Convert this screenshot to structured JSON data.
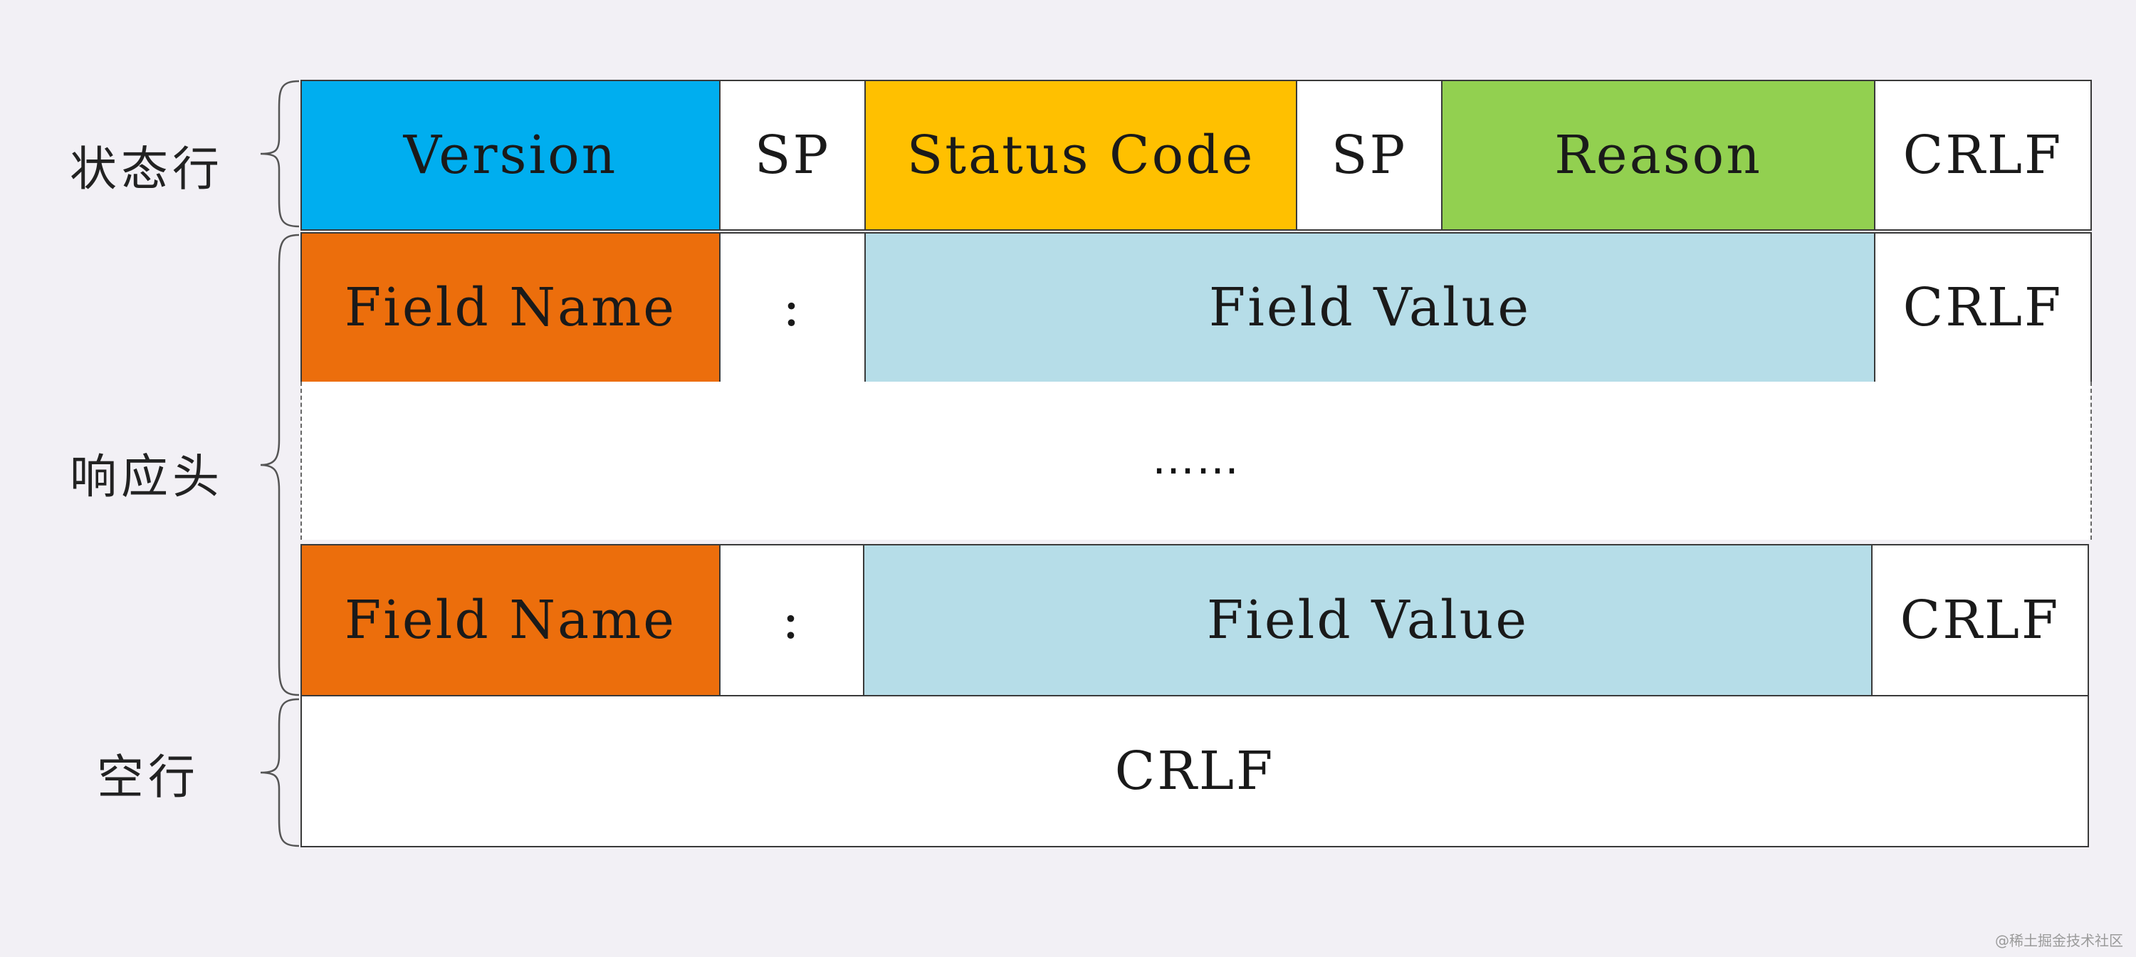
{
  "colors": {
    "version": "#00aeef",
    "status_code": "#ffc000",
    "reason": "#92d050",
    "field_name": "#ec6e0c",
    "field_value": "#b6dde8",
    "plain": "#ffffff",
    "background": "#f2f0f5"
  },
  "labels": {
    "status_line": "状态行",
    "response_header": "响应头",
    "blank_line": "空行"
  },
  "status_line": {
    "version": "Version",
    "sp1": "SP",
    "status_code": "Status Code",
    "sp2": "SP",
    "reason": "Reason",
    "crlf": "CRLF"
  },
  "header_rows": [
    {
      "field_name": "Field Name",
      "colon": ":",
      "field_value": "Field Value",
      "crlf": "CRLF"
    },
    {
      "field_name": "Field Name",
      "colon": ":",
      "field_value": "Field Value",
      "crlf": "CRLF"
    }
  ],
  "ellipsis": "……",
  "blank_line": {
    "crlf": "CRLF"
  },
  "watermark": "@稀土掘金技术社区"
}
